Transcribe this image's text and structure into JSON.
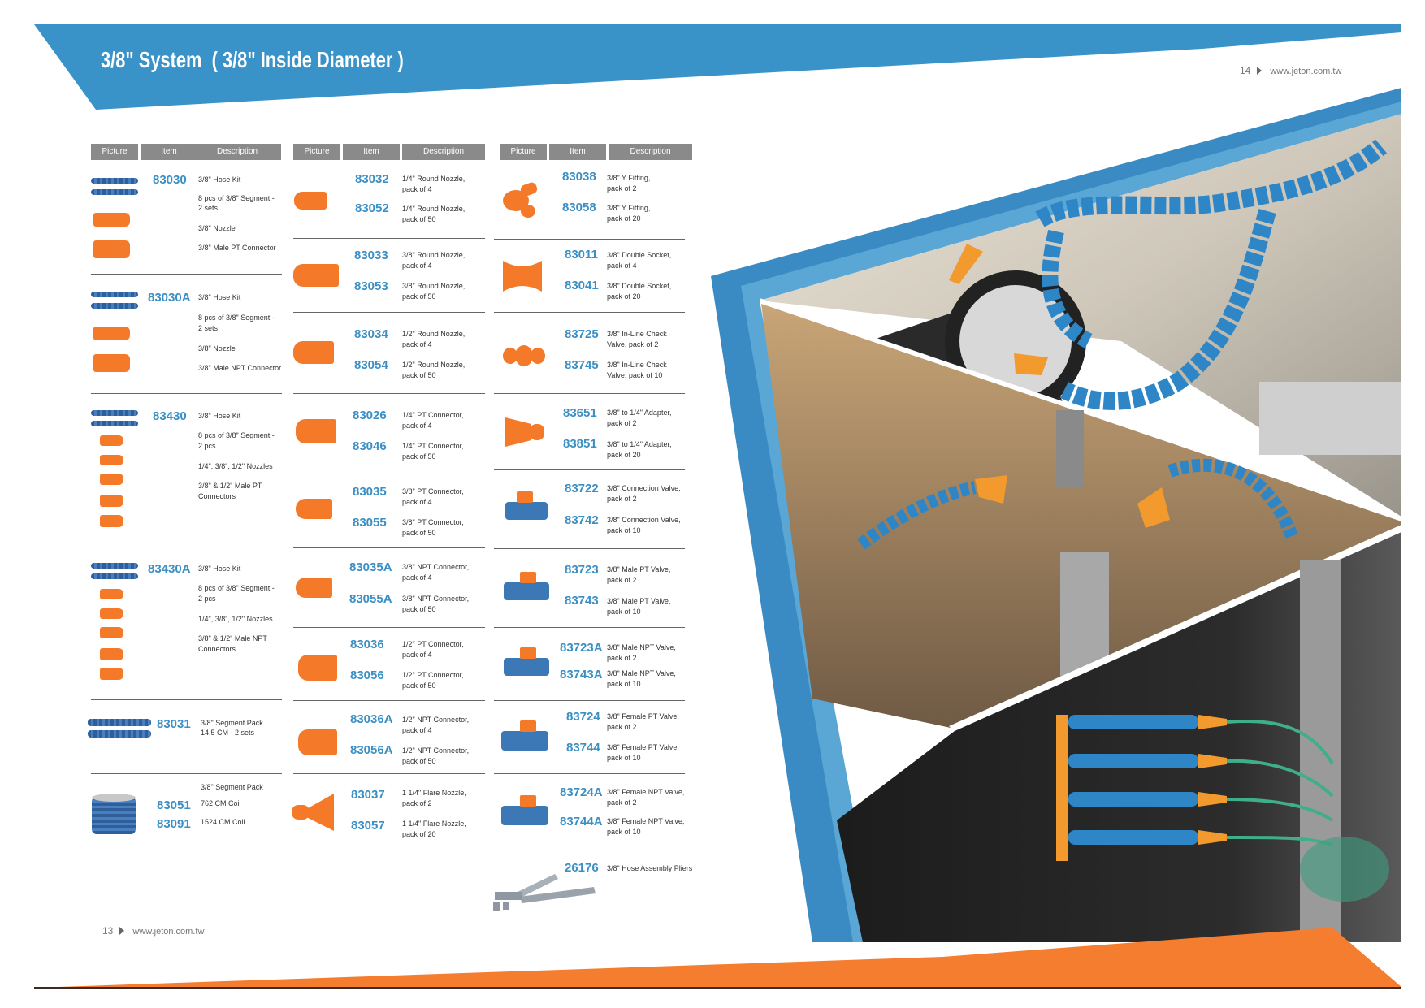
{
  "header": {
    "title": "3/8\" System  ( 3/8\" Inside Diameter )",
    "right_folio_page": "14",
    "right_folio_url": "www.jeton.com.tw"
  },
  "footer": {
    "left_folio_page": "13",
    "left_folio_url": "www.jeton.com.tw"
  },
  "colors": {
    "brand_blue": "#3a93c8",
    "light_blue": "#5aa7d6",
    "brand_orange": "#f47d30",
    "code_blue": "#3a8fc4",
    "header_gray": "#8a8a8a"
  },
  "table_headers": [
    "Picture",
    "Item",
    "Description"
  ],
  "column1": [
    {
      "items": [
        "83030"
      ],
      "lines": [
        "3/8\" Hose Kit",
        "8 pcs of 3/8\" Segment -",
        "2 sets",
        "3/8\" Nozzle",
        "3/8\" Male PT Connector"
      ]
    },
    {
      "items": [
        "83030A"
      ],
      "lines": [
        "3/8\" Hose Kit",
        "8 pcs of 3/8\" Segment -",
        "2 sets",
        "3/8\" Nozzle",
        "3/8\" Male NPT Connector"
      ]
    },
    {
      "items": [
        "83430"
      ],
      "lines": [
        "3/8\" Hose Kit",
        "8 pcs of 3/8\" Segment -",
        "2 pcs",
        "1/4\", 3/8\", 1/2\" Nozzles",
        "3/8\" & 1/2\" Male PT",
        "Connectors"
      ]
    },
    {
      "items": [
        "83430A"
      ],
      "lines": [
        "3/8\" Hose Kit",
        "8 pcs of 3/8\" Segment -",
        "2 pcs",
        "1/4\", 3/8\", 1/2\" Nozzles",
        "3/8\" & 1/2\" Male NPT",
        "Connectors"
      ]
    },
    {
      "items": [
        "83031"
      ],
      "lines": [
        "3/8\" Segment Pack",
        "14.5 CM - 2 sets"
      ]
    },
    {
      "items": [
        "83051",
        "83091"
      ],
      "lines": [
        "3/8\" Segment Pack",
        "762 CM Coil",
        "1524 CM Coil"
      ]
    }
  ],
  "column2": [
    {
      "a": "83032",
      "a_desc": [
        "1/4\" Round Nozzle,",
        "pack of 4"
      ],
      "b": "83052",
      "b_desc": [
        "1/4\" Round Nozzle,",
        "pack of 50"
      ]
    },
    {
      "a": "83033",
      "a_desc": [
        "3/8\" Round Nozzle,",
        "pack of 4"
      ],
      "b": "83053",
      "b_desc": [
        "3/8\" Round Nozzle,",
        "pack of 50"
      ]
    },
    {
      "a": "83034",
      "a_desc": [
        "1/2\" Round Nozzle,",
        "pack of 4"
      ],
      "b": "83054",
      "b_desc": [
        "1/2\" Round Nozzle,",
        "pack of 50"
      ]
    },
    {
      "a": "83026",
      "a_desc": [
        "1/4\" PT Connector,",
        "pack of 4"
      ],
      "b": "83046",
      "b_desc": [
        "1/4\" PT Connector,",
        "pack of 50"
      ]
    },
    {
      "a": "83035",
      "a_desc": [
        "3/8\" PT Connector,",
        "pack of 4"
      ],
      "b": "83055",
      "b_desc": [
        "3/8\" PT Connector,",
        "pack of 50"
      ]
    },
    {
      "a": "83035A",
      "a_desc": [
        "3/8\" NPT Connector,",
        "pack of 4"
      ],
      "b": "83055A",
      "b_desc": [
        "3/8\" NPT Connector,",
        "pack of 50"
      ]
    },
    {
      "a": "83036",
      "a_desc": [
        "1/2\" PT Connector,",
        "pack of 4"
      ],
      "b": "83056",
      "b_desc": [
        "1/2\" PT Connector,",
        "pack of 50"
      ]
    },
    {
      "a": "83036A",
      "a_desc": [
        "1/2\" NPT Connector,",
        "pack of 4"
      ],
      "b": "83056A",
      "b_desc": [
        "1/2\" NPT Connector,",
        "pack of 50"
      ]
    },
    {
      "a": "83037",
      "a_desc": [
        "1 1/4\" Flare Nozzle,",
        "pack of 2"
      ],
      "b": "83057",
      "b_desc": [
        "1 1/4\" Flare Nozzle,",
        "pack of 20"
      ]
    }
  ],
  "column3": [
    {
      "a": "83038",
      "a_desc": [
        "3/8\" Y Fitting,",
        "pack of 2"
      ],
      "b": "83058",
      "b_desc": [
        "3/8\" Y Fitting,",
        "pack of 20"
      ]
    },
    {
      "a": "83011",
      "a_desc": [
        "3/8\" Double Socket,",
        "pack of 4"
      ],
      "b": "83041",
      "b_desc": [
        "3/8\" Double Socket,",
        "pack of 20"
      ]
    },
    {
      "a": "83725",
      "a_desc": [
        "3/8\" In-Line Check",
        "Valve, pack of 2"
      ],
      "b": "83745",
      "b_desc": [
        "3/8\" In-Line Check",
        "Valve, pack of 10"
      ]
    },
    {
      "a": "83651",
      "a_desc": [
        "3/8\" to 1/4\" Adapter,",
        "pack of 2"
      ],
      "b": "83851",
      "b_desc": [
        "3/8\" to 1/4\" Adapter,",
        "pack of 20"
      ]
    },
    {
      "a": "83722",
      "a_desc": [
        "3/8\" Connection Valve,",
        "pack of 2"
      ],
      "b": "83742",
      "b_desc": [
        "3/8\" Connection Valve,",
        "pack of 10"
      ]
    },
    {
      "a": "83723",
      "a_desc": [
        "3/8\" Male PT Valve,",
        "pack of 2"
      ],
      "b": "83743",
      "b_desc": [
        "3/8\" Male PT Valve,",
        "pack of 10"
      ]
    },
    {
      "a": "83723A",
      "a_desc": [
        "3/8\" Male NPT Valve,",
        "pack of 2"
      ],
      "b": "83743A",
      "b_desc": [
        "3/8\" Male NPT Valve,",
        "pack of 10"
      ]
    },
    {
      "a": "83724",
      "a_desc": [
        "3/8\" Female PT Valve,",
        "pack of 2"
      ],
      "b": "83744",
      "b_desc": [
        "3/8\" Female PT Valve,",
        "pack of 10"
      ]
    },
    {
      "a": "83724A",
      "a_desc": [
        "3/8\" Female NPT Valve,",
        "pack of 2"
      ],
      "b": "83744A",
      "b_desc": [
        "3/8\" Female NPT Valve,",
        "pack of 10"
      ]
    }
  ],
  "pliers": {
    "item": "26176",
    "desc": "3/8\" Hose Assembly Pliers"
  },
  "photos": [
    {
      "name": "lathe-turret-coolant-photo"
    },
    {
      "name": "drill-vise-coolant-photo"
    },
    {
      "name": "manifold-drill-coolant-photo"
    }
  ]
}
